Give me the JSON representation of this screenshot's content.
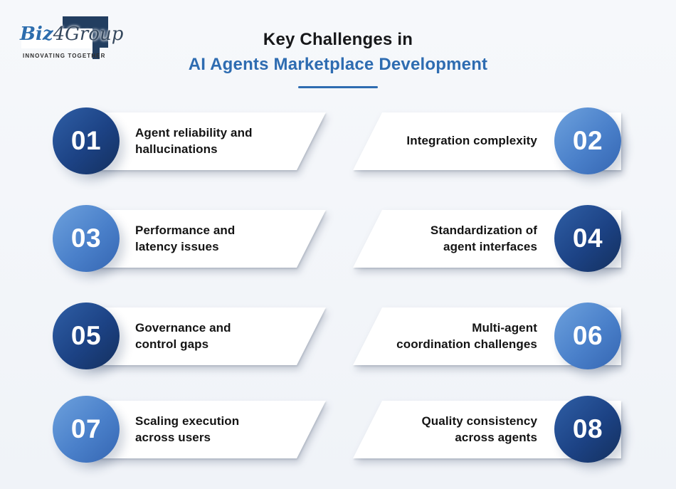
{
  "logo": {
    "name_part1": "Biz",
    "name_part2": "4Group",
    "tagline": "INNOVATING TOGETHER"
  },
  "header": {
    "title_line1": "Key Challenges in",
    "title_line2": "AI Agents Marketplace Development"
  },
  "items": [
    {
      "number": "01",
      "label": "Agent reliability and\nhallucinations",
      "tone": "dark",
      "side": "left"
    },
    {
      "number": "02",
      "label": "Integration complexity",
      "tone": "light",
      "side": "right"
    },
    {
      "number": "03",
      "label": "Performance and\nlatency issues",
      "tone": "light",
      "side": "left"
    },
    {
      "number": "04",
      "label": "Standardization of\nagent interfaces",
      "tone": "dark",
      "side": "right"
    },
    {
      "number": "05",
      "label": "Governance and\ncontrol gaps",
      "tone": "dark",
      "side": "left"
    },
    {
      "number": "06",
      "label": "Multi-agent\ncoordination challenges",
      "tone": "light",
      "side": "right"
    },
    {
      "number": "07",
      "label": "Scaling execution\nacross users",
      "tone": "light",
      "side": "left"
    },
    {
      "number": "08",
      "label": "Quality consistency\nacross agents",
      "tone": "dark",
      "side": "right"
    }
  ],
  "colors": {
    "accent_blue": "#2e6cb1",
    "dark_circle": "#1c4284",
    "light_circle": "#4a80ca",
    "background": "#f2f5f8",
    "banner": "#ffffff",
    "text": "#141414"
  }
}
